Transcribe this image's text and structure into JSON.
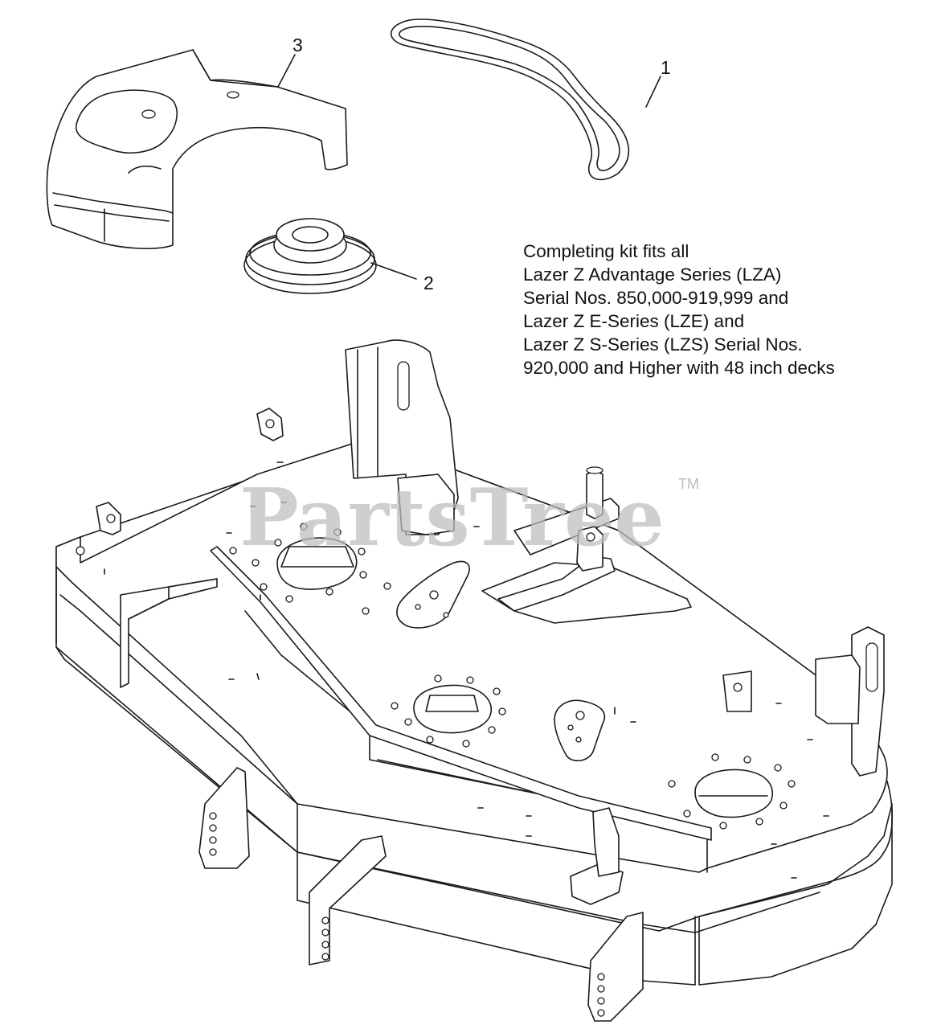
{
  "callouts": {
    "belt": "1",
    "pulley": "2",
    "cover": "3"
  },
  "note": {
    "lines": [
      "Completing kit fits all",
      "Lazer Z Advantage Series (LZA)",
      "Serial Nos. 850,000-919,999 and",
      "Lazer Z E-Series (LZE) and",
      "Lazer Z S-Series (LZS) Serial Nos.",
      "920,000 and Higher with 48 inch decks"
    ]
  },
  "watermark": {
    "text": "PartsTree",
    "tm": "TM"
  }
}
